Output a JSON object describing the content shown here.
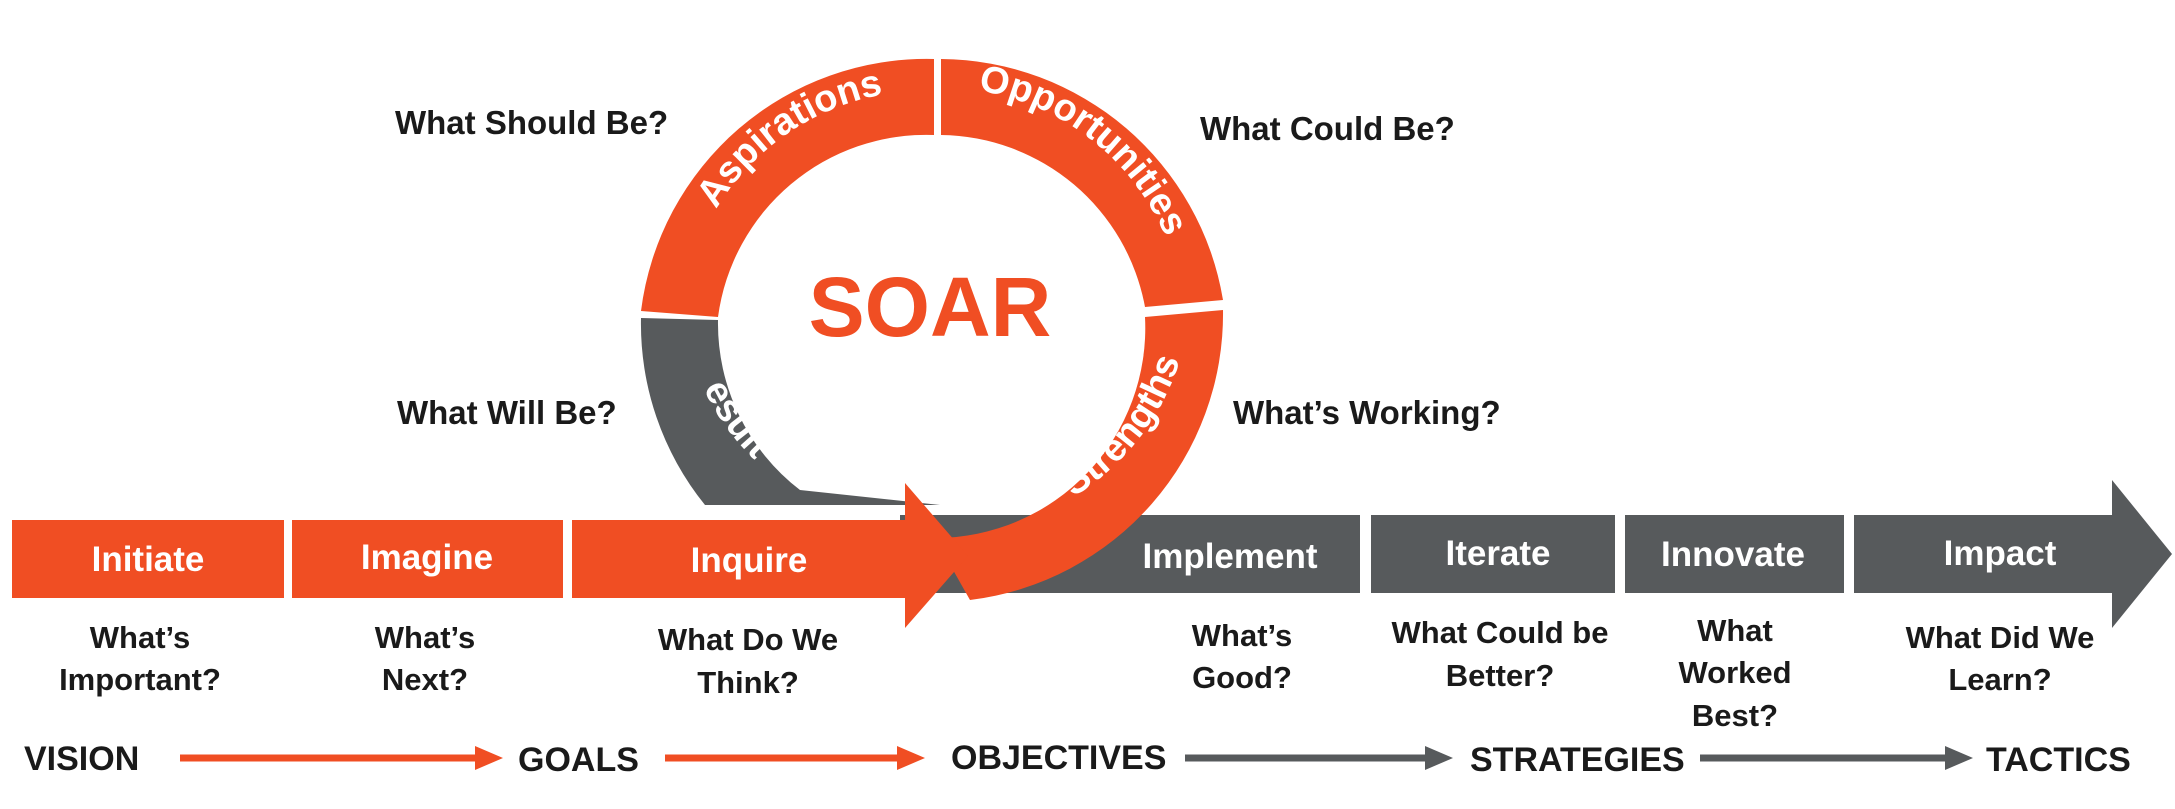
{
  "colors": {
    "orange": "#f04e23",
    "gray": "#575a5c",
    "text": "#1a1a1a",
    "white": "#ffffff"
  },
  "center_title": "SOAR",
  "ring": {
    "aspirations": "Aspirations",
    "opportunities": "Opportunities",
    "strengths": "Strengths",
    "results": "Results"
  },
  "questions": {
    "should": "What Should Be?",
    "could": "What Could Be?",
    "will": "What Will Be?",
    "working": "What’s Working?"
  },
  "steps": [
    {
      "label": "Initiate",
      "q1": "What’s",
      "q2": "Important?",
      "q3": ""
    },
    {
      "label": "Imagine",
      "q1": "What’s",
      "q2": "Next?",
      "q3": ""
    },
    {
      "label": "Inquire",
      "q1": "What Do We",
      "q2": "Think?",
      "q3": ""
    },
    {
      "label": "Implement",
      "q1": "What’s",
      "q2": "Good?",
      "q3": ""
    },
    {
      "label": "Iterate",
      "q1": "What Could be",
      "q2": "Better?",
      "q3": ""
    },
    {
      "label": "Innovate",
      "q1": "What",
      "q2": "Worked",
      "q3": "Best?"
    },
    {
      "label": "Impact",
      "q1": "What Did We",
      "q2": "Learn?",
      "q3": ""
    }
  ],
  "flow": [
    "VISION",
    "GOALS",
    "OBJECTIVES",
    "STRATEGIES",
    "TACTICS"
  ]
}
